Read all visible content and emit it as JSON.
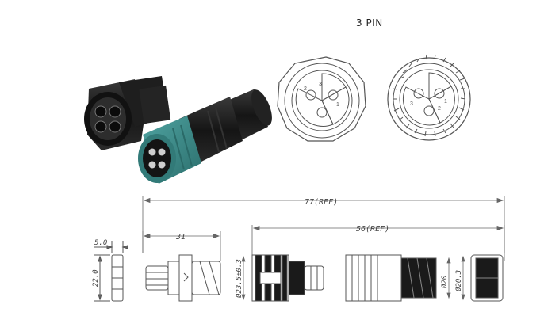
{
  "title": "3 PIN",
  "dimensions": {
    "overall_length": "77(REF)",
    "body_length": "56(REF)",
    "socket_length": "31",
    "flange_thickness": "5.0",
    "flange_height": "22.0",
    "socket_diameter": "Ø23.5±0.3",
    "plug_diameter": "Ø20",
    "cable_diameter": "Ø20.3"
  },
  "pin_numbers": [
    "1",
    "2",
    "3"
  ],
  "colors": {
    "connector_body": "#1c1c1c",
    "coupling_ring": "#3e8b8a",
    "line_drawing": "#555555"
  }
}
